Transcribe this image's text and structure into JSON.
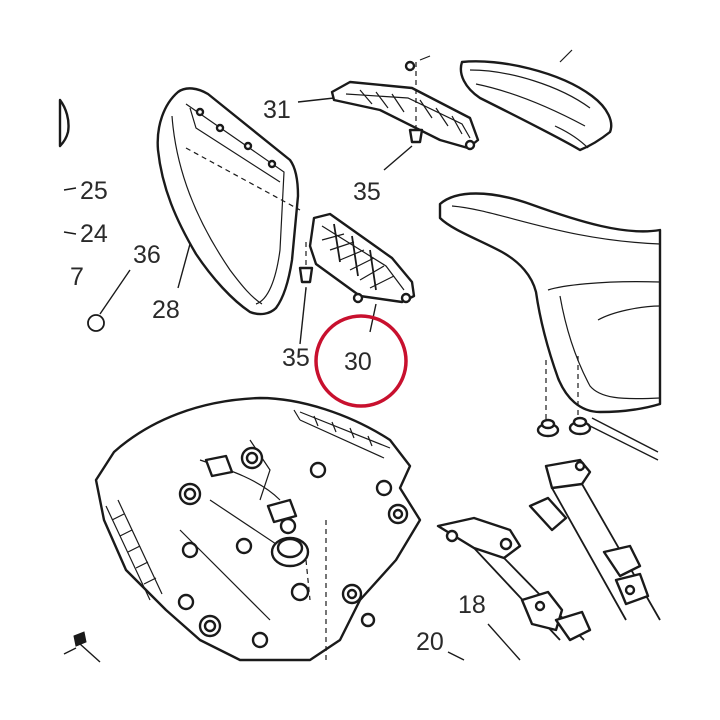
{
  "labels": {
    "p31": "31",
    "p35a": "35",
    "p25": "25",
    "p24": "24",
    "p7": "7",
    "p36": "36",
    "p28": "28",
    "p35b": "35",
    "p30": "30",
    "p18": "18",
    "p20": "20"
  },
  "highlight": {
    "part": "30",
    "color": "#c8102e"
  }
}
